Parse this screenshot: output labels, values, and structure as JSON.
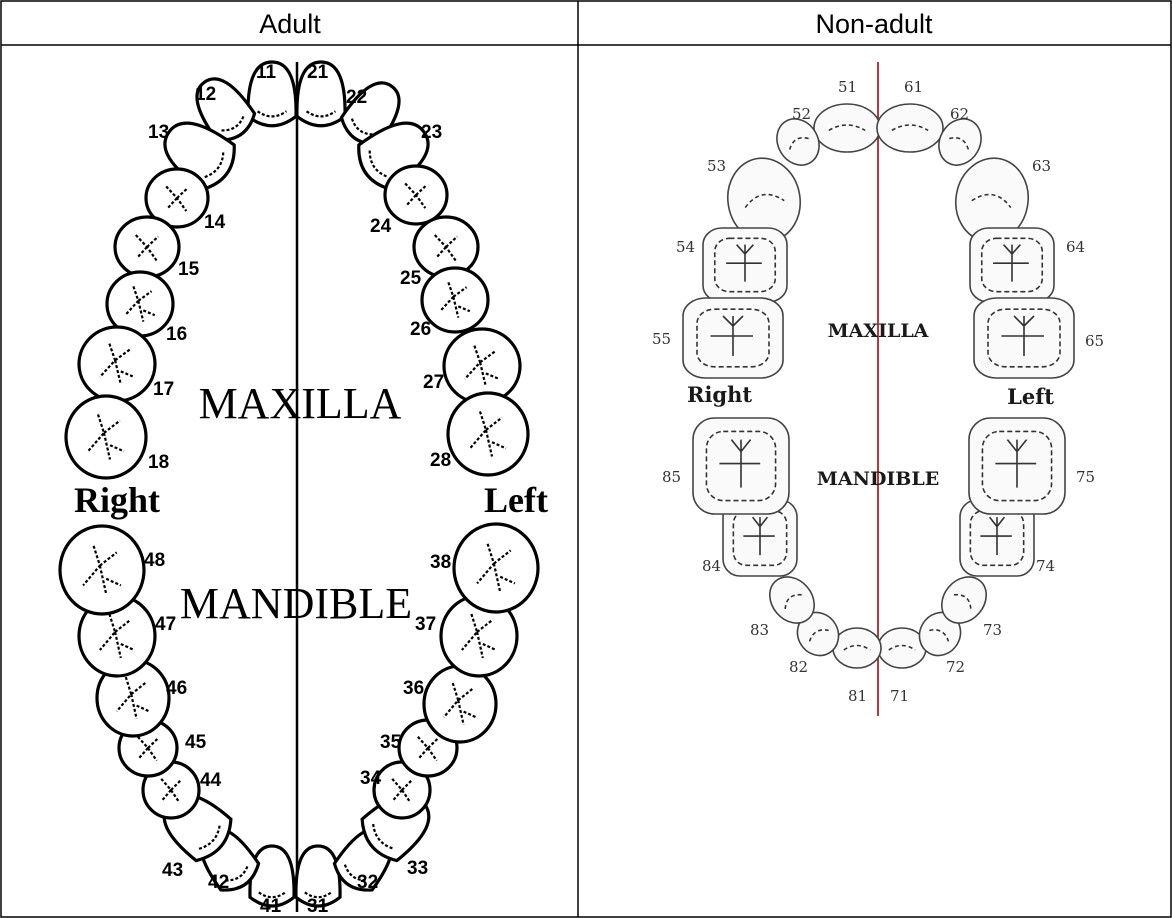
{
  "table": {
    "columns": [
      "Adult",
      "Non-adult"
    ]
  },
  "adult": {
    "maxilla_label": "MAXILLA",
    "mandible_label": "MANDIBLE",
    "right_label": "Right",
    "left_label": "Left",
    "maxilla_teeth": [
      "11",
      "12",
      "13",
      "14",
      "15",
      "16",
      "17",
      "18",
      "21",
      "22",
      "23",
      "24",
      "25",
      "26",
      "27",
      "28"
    ],
    "mandible_teeth": [
      "31",
      "32",
      "33",
      "34",
      "35",
      "36",
      "37",
      "38",
      "41",
      "42",
      "43",
      "44",
      "45",
      "46",
      "47",
      "48"
    ]
  },
  "non_adult": {
    "maxilla_label": "MAXILLA",
    "mandible_label": "MANDIBLE",
    "right_label": "Right",
    "left_label": "Left",
    "maxilla_teeth": [
      "51",
      "52",
      "53",
      "54",
      "55",
      "61",
      "62",
      "63",
      "64",
      "65"
    ],
    "mandible_teeth": [
      "71",
      "72",
      "73",
      "74",
      "75",
      "81",
      "82",
      "83",
      "84",
      "85"
    ]
  },
  "colors": {
    "table_border": "#000000",
    "adult_line": "#000000",
    "child_midline": "#b22222"
  }
}
